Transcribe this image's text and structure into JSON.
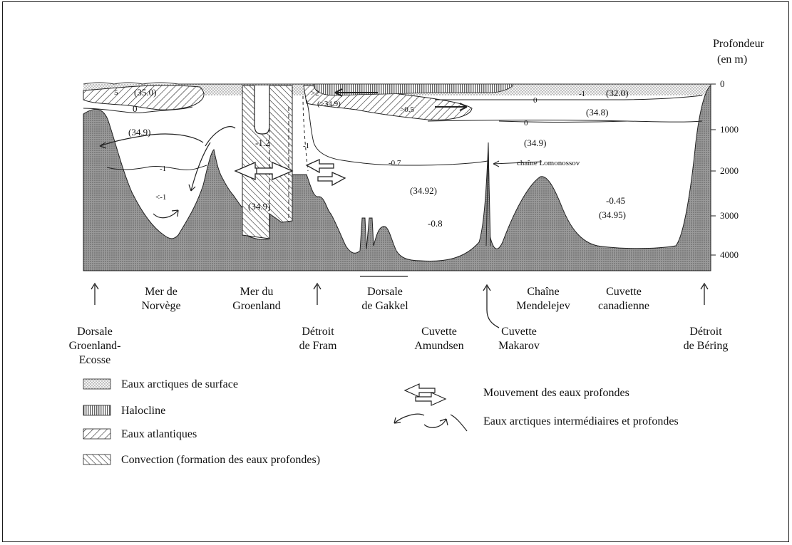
{
  "axis": {
    "title_line1": "Profondeur",
    "title_line2": "(en m)",
    "ticks": [
      "0",
      "1000",
      "2000",
      "3000",
      "4000"
    ]
  },
  "section_labels": {
    "mer_norvege": [
      "Mer de",
      "Norvège"
    ],
    "mer_groenland": [
      "Mer du",
      "Groenland"
    ],
    "dorsale_gakkel": [
      "Dorsale",
      "de Gakkel"
    ],
    "chaine_mendelejev": [
      "Chaîne",
      "Mendelejev"
    ],
    "cuvette_canadienne": [
      "Cuvette",
      "canadienne"
    ],
    "dorsale_groenland_ecosse": [
      "Dorsale",
      "Groenland-",
      "Ecosse"
    ],
    "detroit_fram": [
      "Détroit",
      "de Fram"
    ],
    "cuvette_amundsen": [
      "Cuvette",
      "Amundsen"
    ],
    "cuvette_makarov": [
      "Cuvette",
      "Makarov"
    ],
    "detroit_bering": [
      "Détroit",
      "de Béring"
    ]
  },
  "annotations": {
    "v5": "5",
    "s350": "(35.0)",
    "v0a": "0",
    "s349a": "(34.9)",
    "vm1a": "-1",
    "vltm1": "<-1",
    "vm12": "-1.2",
    "s349b": "(34.9)",
    "vm1b": "-1",
    "vgt2": ">2",
    "sgt349": "(>34.9)",
    "vgt05": ">0.5",
    "v0b": "0",
    "vm1c": "-1",
    "s320": "(32.0)",
    "s348": "(34.8)",
    "v0c": "0",
    "s349c": "(34.9)",
    "vm07": "-0.7",
    "lomonossov": "chaîne Lomonossov",
    "s3492": "(34.92)",
    "vm08": "-0.8",
    "vm045": "-0.45",
    "s3495": "(34.95)"
  },
  "legend": {
    "surface": "Eaux arctiques de surface",
    "halocline": "Halocline",
    "atlantique": "Eaux atlantiques",
    "convection": "Convection (formation des eaux profondes)",
    "mouvement": "Mouvement des eaux profondes",
    "intermediaires": "Eaux arctiques intermédiaires et profondes"
  },
  "icons": [
    "arrow-up-icon",
    "double-arrow-icon",
    "curved-arrows-icon"
  ]
}
